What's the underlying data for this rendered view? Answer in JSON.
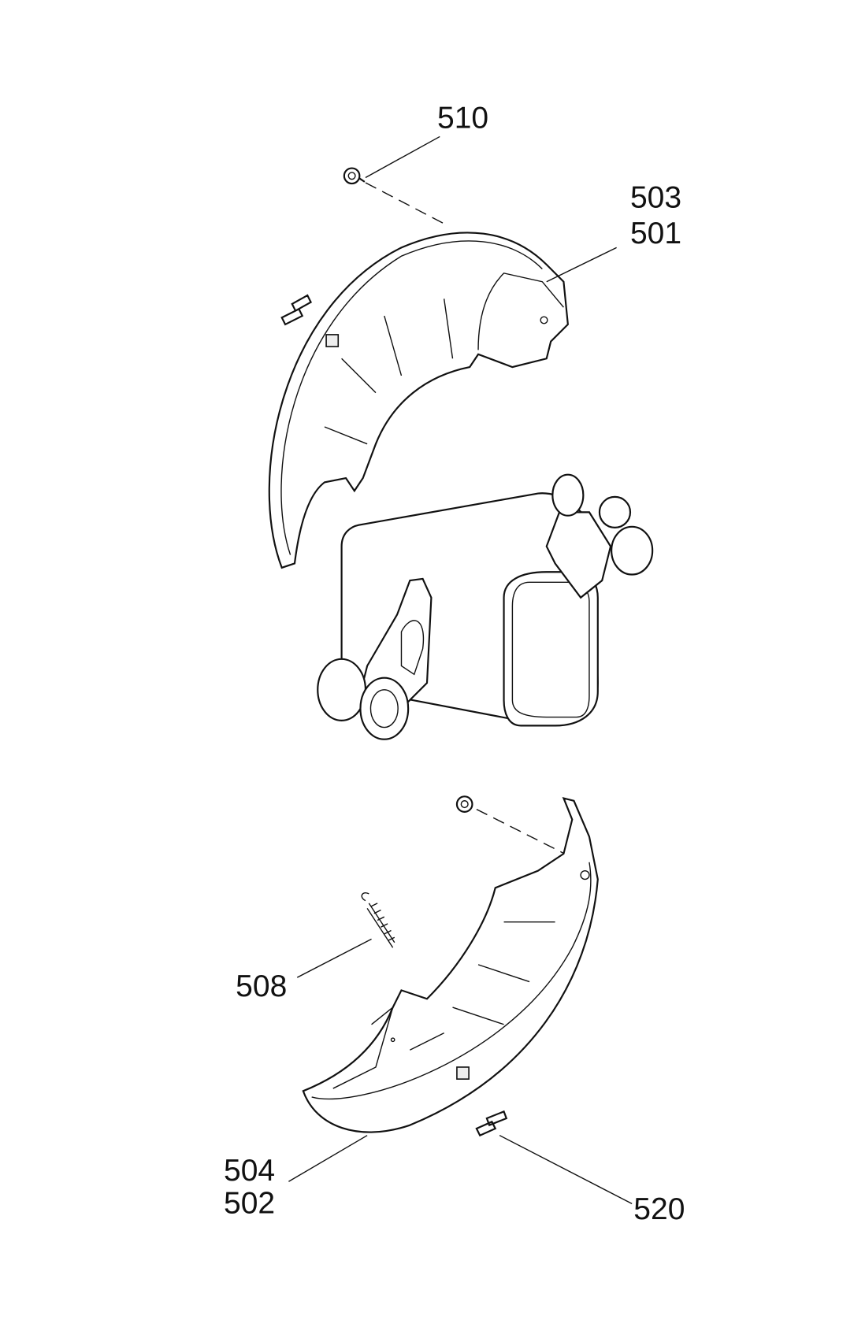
{
  "labels": {
    "screw_top": "510",
    "upper_guard_a": "503",
    "upper_guard_b": "501",
    "spring": "508",
    "lower_guard_a": "504",
    "lower_guard_b": "502",
    "clip": "520"
  }
}
